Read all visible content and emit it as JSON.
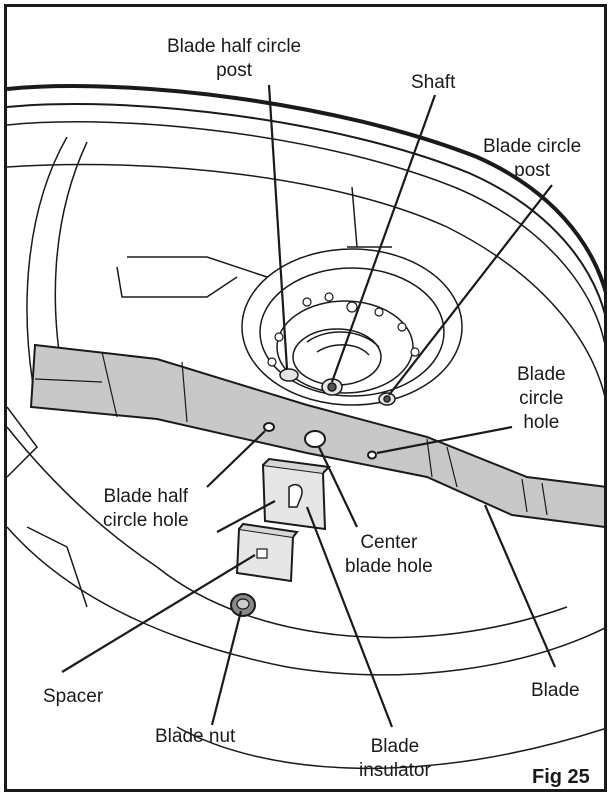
{
  "figure": {
    "label": "Fig 25"
  },
  "labels": {
    "blade_half_circle_post": [
      "Blade half circle",
      "post"
    ],
    "shaft": [
      "Shaft"
    ],
    "blade_circle_post": [
      "Blade circle",
      "post"
    ],
    "blade_circle_hole": [
      "Blade",
      "circle",
      "hole"
    ],
    "blade_half_circle_hole": [
      "Blade half",
      "circle hole"
    ],
    "center_blade_hole": [
      "Center",
      "blade hole"
    ],
    "spacer": [
      "Spacer"
    ],
    "blade": [
      "Blade"
    ],
    "blade_nut": [
      "Blade nut"
    ],
    "blade_insulator": [
      "Blade",
      "insulator"
    ]
  },
  "colors": {
    "line": "#1a1a1a",
    "blade_fill": "#c8c8c8",
    "metal_fill": "#e6e6e6"
  }
}
